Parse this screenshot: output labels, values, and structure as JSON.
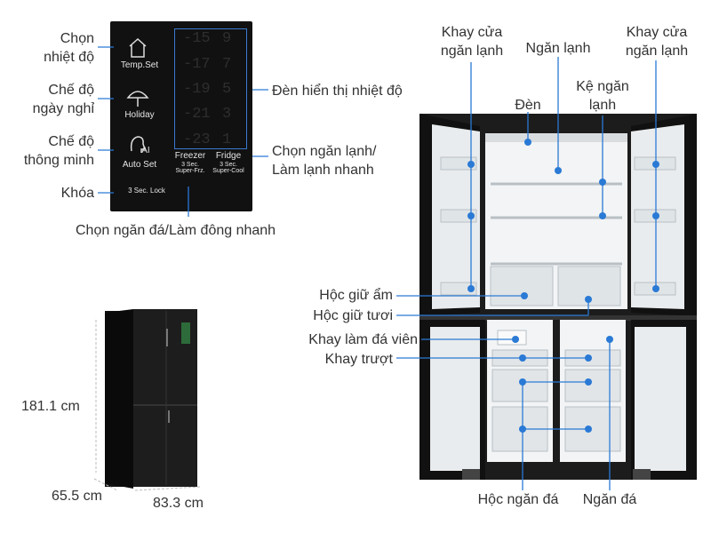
{
  "panel": {
    "buttons": [
      "Temp.Set",
      "Holiday",
      "AI",
      "Auto Set"
    ],
    "freezer_temps": [
      "-15",
      "-17",
      "-19",
      "-21",
      "-23"
    ],
    "fridge_temps": [
      "9",
      "7",
      "5",
      "3",
      "1"
    ],
    "freezer": "Freezer",
    "freezer_sub1": "3 Sec.",
    "freezer_sub2": "Super-Frz.",
    "fridge": "Fridge",
    "fridge_sub1": "3 Sec.",
    "fridge_sub2": "Super-Cool",
    "lock": "3 Sec. Lock"
  },
  "panel_labels": {
    "temp_set": [
      "Chọn",
      "nhiệt độ"
    ],
    "holiday": [
      "Chế độ",
      "ngày nghỉ"
    ],
    "smart": [
      "Chế độ",
      "thông minh"
    ],
    "lock": "Khóa",
    "display": "Đèn hiển thị nhiệt độ",
    "fridge_select": [
      "Chọn ngăn lạnh/",
      "Làm lạnh nhanh"
    ],
    "freezer_select": "Chọn ngăn đá/Làm đông nhanh"
  },
  "dimensions": {
    "height": "181.1 cm",
    "depth": "65.5 cm",
    "width": "83.3 cm"
  },
  "fridge_labels": {
    "door_tray_left": [
      "Khay cửa",
      "ngăn lạnh"
    ],
    "fridge_compartment": "Ngăn lạnh",
    "door_tray_right": [
      "Khay cửa",
      "ngăn lạnh"
    ],
    "light": "Đèn",
    "shelf": [
      "Kệ ngăn",
      "lạnh"
    ],
    "humidity_box": "Hộc giữ ẩm",
    "fresh_box": "Hộc giữ tươi",
    "ice_tray": "Khay làm đá viên",
    "slide_tray": "Khay trượt",
    "freezer_drawer": "Hộc ngăn đá",
    "freezer_compartment": "Ngăn đá"
  },
  "colors": {
    "accent": "#2a7ad5",
    "text": "#333333",
    "panel_bg": "#111111",
    "fridge_body": "#1c1c1c"
  }
}
